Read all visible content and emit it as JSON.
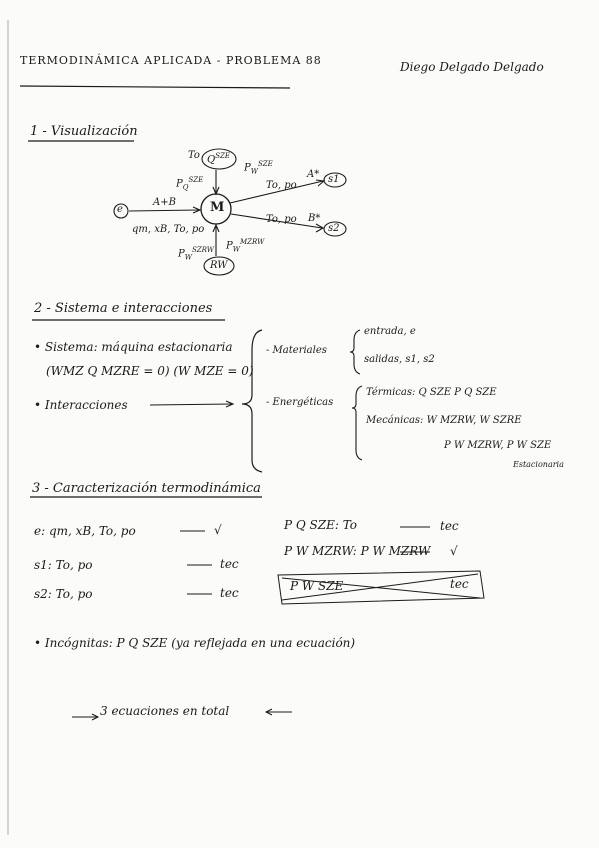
{
  "header": {
    "title": "TERMODINÁMICA APLICADA - PROBLEMA 88",
    "author": "Diego Delgado Delgado"
  },
  "sections": {
    "s1": "1 - Visualización",
    "s2": "2 - Sistema e interacciones",
    "s3": "3 - Caracterización termodinámica"
  },
  "diagram": {
    "machine": "M",
    "inlet": "e",
    "inlet_flow": "A+B",
    "inlet_props": "qm, xB, To, po",
    "heat_label": "Q",
    "heat_sup": "SZE",
    "heat_temp": "To",
    "heat_power": "P",
    "heat_power_sub": "Q",
    "heat_power_sup": "SZE",
    "work_power": "P",
    "work_power_sub": "W",
    "work_power_sup": "SZE",
    "out1": "s1",
    "out1_props": "To, po",
    "out1_flow": "A*",
    "out2": "s2",
    "out2_props": "To, po",
    "out2_flow": "B*",
    "rw": "RW",
    "rw_power": "P",
    "rw_power_sub": "W",
    "rw_power_sup": "MZRW",
    "rw_power2": "P",
    "rw_power2_sub": "W",
    "rw_power2_sup": "SZRW"
  },
  "system": {
    "line1": "• Sistema: máquina estacionaria",
    "line2": "(WMZ Q MZRE = 0) (W MZE = 0)",
    "line3": "• Interacciones",
    "materiales": "- Materiales",
    "entrada": "entrada, e",
    "salidas": "salidas, s1, s2",
    "energeticas": "- Energéticas",
    "termicas": "Térmicas: Q SZE  P Q SZE",
    "mecanicas": "Mecánicas: W MZRW, W SZRE",
    "mec2": "P W MZRW, P W SZE",
    "estacionaria": "Estacionaria"
  },
  "characterization": {
    "e": "e: qm, xB, To, po",
    "e_res": "√",
    "s1": "s1: To, po",
    "s1_res": "tec",
    "s2": "s2: To, po",
    "s2_res": "tec",
    "pq": "P Q SZE: To",
    "pq_res": "tec",
    "pw": "P W MZRW: P W MZRW",
    "pw_res": "√",
    "pw2": "P W SZE",
    "pw2_res": "tec"
  },
  "unknowns": {
    "line": "• Incógnitas: P Q SZE (ya reflejada en una ecuación)",
    "total": "3 ecuaciones en total"
  }
}
